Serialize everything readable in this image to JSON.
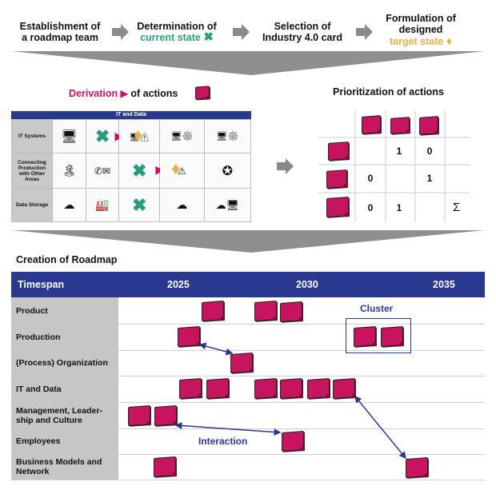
{
  "process": {
    "step1": [
      "Establishment of",
      "a roadmap team"
    ],
    "step2": [
      "Determination of",
      "current state"
    ],
    "step3": [
      "Selection of",
      "Industry 4.0 card"
    ],
    "step4": [
      "Formulation of",
      "designed",
      "target state"
    ]
  },
  "derivation": {
    "part1": "Derivation",
    "part2": "of actions"
  },
  "it_table": {
    "title": "IT and Data",
    "rows": [
      "IT Systems",
      "Connecting Production with Other Areas",
      "Data Storage"
    ]
  },
  "prioritization": {
    "title": "Prioritization of actions",
    "rows": [
      [
        "",
        "1",
        "0"
      ],
      [
        "0",
        "",
        "1"
      ],
      [
        "0",
        "1",
        ""
      ]
    ],
    "sum_symbol": "Σ"
  },
  "roadmap": {
    "title": "Creation of Roadmap",
    "header": {
      "timespan": "Timespan",
      "years": [
        "2025",
        "2030",
        "2035"
      ]
    },
    "rows": [
      "Product",
      "Production",
      "(Process) Organization",
      "IT and Data",
      "Management, Leader-ship and Culture",
      "Employees",
      "Business Models and Network"
    ],
    "cluster_label": "Cluster",
    "interaction_label": "Interaction"
  },
  "colors": {
    "accent": "#c8145f",
    "header_blue": "#2a3990",
    "green": "#2a9d7f",
    "gold": "#e8b04a",
    "gray": "#8f8f8f"
  }
}
